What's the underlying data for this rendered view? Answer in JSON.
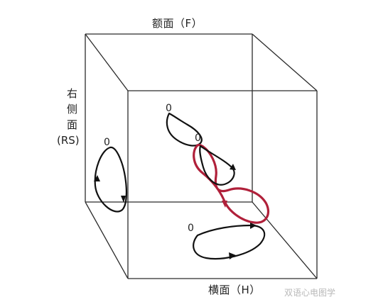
{
  "labels": {
    "frontal_plane": "额面（F）",
    "horizontal_plane": "横面（H）",
    "right_sagittal_plane_lines": [
      "右",
      "侧",
      "面"
    ],
    "right_sagittal_plane_abbr": "(RS)",
    "origin_marker": "0"
  },
  "watermark": {
    "text": "双语心电图学"
  },
  "colors": {
    "cube_edges": "#2b2b2b",
    "projection_loops": "#111111",
    "spatial_loop": "#b0203a",
    "background": "#ffffff"
  }
}
